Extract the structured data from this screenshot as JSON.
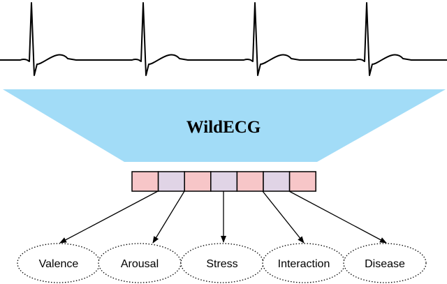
{
  "model": {
    "name": "WildECG",
    "funnel_color": "#a2dcf7"
  },
  "embedding": {
    "cell_colors": [
      "#f7c6c8",
      "#e0d4e6",
      "#f7c6c8",
      "#e0d4e6",
      "#f7c6c8",
      "#e0d4e6",
      "#f7c6c8"
    ]
  },
  "tasks": [
    {
      "label": "Valence"
    },
    {
      "label": "Arousal"
    },
    {
      "label": "Stress"
    },
    {
      "label": "Interaction"
    },
    {
      "label": "Disease"
    }
  ],
  "ecg": {
    "beats": 4,
    "stroke_color": "#000000"
  }
}
